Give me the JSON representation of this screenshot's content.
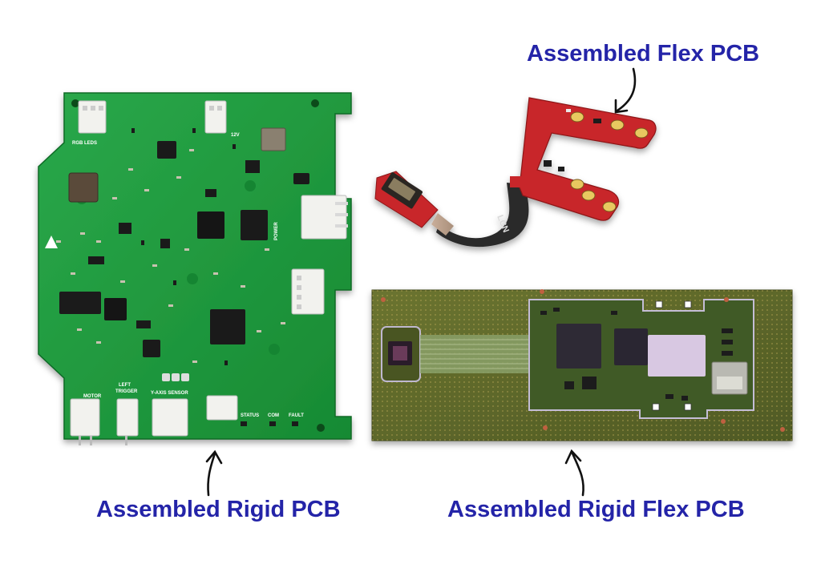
{
  "captions": {
    "flex": "Assembled Flex PCB",
    "rigid": "Assembled Rigid PCB",
    "rigid_flex": "Assembled Rigid Flex PCB"
  },
  "rigid_board_labels": {
    "motor": "MOTOR",
    "left_trigger": "LEFT\nTRIGGER",
    "y_axis_sensor": "Y-AXIS SENSOR",
    "status": "STATUS",
    "com": "COM",
    "fault": "FAULT",
    "power": "POWER",
    "rgb_leds": "RGB LEDS",
    "v12": "12V"
  },
  "flex_board_label": "LCN",
  "colors": {
    "caption": "#2424a8",
    "rigid_board": "#1f9a3c",
    "flex_board": "#c8262b",
    "flex_cable": "#222222",
    "rigid_flex_board": "#5f6a2c"
  }
}
